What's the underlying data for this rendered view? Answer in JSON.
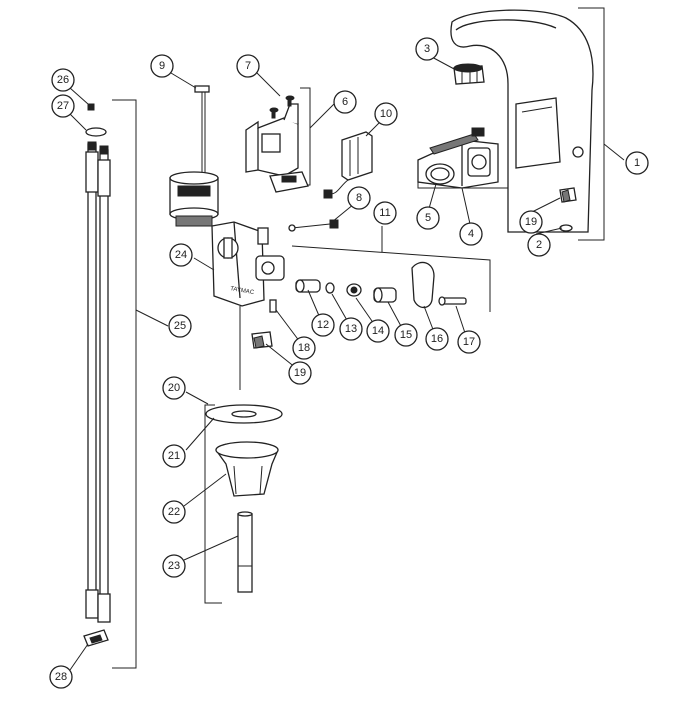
{
  "diagram": {
    "callouts": [
      {
        "id": "c1",
        "label": "1"
      },
      {
        "id": "c2",
        "label": "2"
      },
      {
        "id": "c3",
        "label": "3"
      },
      {
        "id": "c4",
        "label": "4"
      },
      {
        "id": "c5",
        "label": "5"
      },
      {
        "id": "c6",
        "label": "6"
      },
      {
        "id": "c7",
        "label": "7"
      },
      {
        "id": "c8",
        "label": "8"
      },
      {
        "id": "c9",
        "label": "9"
      },
      {
        "id": "c10",
        "label": "10"
      },
      {
        "id": "c11",
        "label": "11"
      },
      {
        "id": "c12",
        "label": "12"
      },
      {
        "id": "c13",
        "label": "13"
      },
      {
        "id": "c14",
        "label": "14"
      },
      {
        "id": "c15",
        "label": "15"
      },
      {
        "id": "c16",
        "label": "16"
      },
      {
        "id": "c17",
        "label": "17"
      },
      {
        "id": "c18",
        "label": "18"
      },
      {
        "id": "c19a",
        "label": "19"
      },
      {
        "id": "c19b",
        "label": "19"
      },
      {
        "id": "c20",
        "label": "20"
      },
      {
        "id": "c21",
        "label": "21"
      },
      {
        "id": "c22",
        "label": "22"
      },
      {
        "id": "c23",
        "label": "23"
      },
      {
        "id": "c24",
        "label": "24"
      },
      {
        "id": "c25",
        "label": "25"
      },
      {
        "id": "c26",
        "label": "26"
      },
      {
        "id": "c27",
        "label": "27"
      },
      {
        "id": "c28",
        "label": "28"
      }
    ]
  }
}
